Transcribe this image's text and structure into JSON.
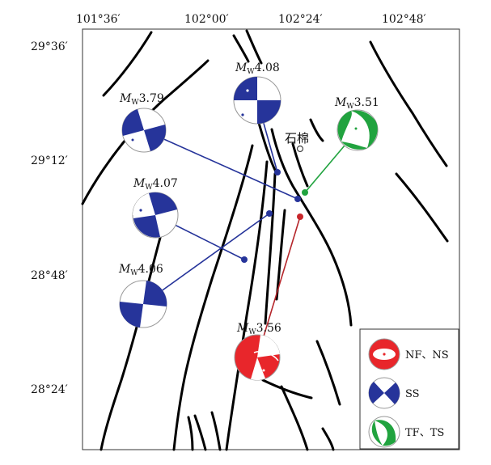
{
  "map": {
    "top_ticks": [
      "101°36′",
      "102°00′",
      "102°24′",
      "102°48′"
    ],
    "left_ticks": [
      "29°36′",
      "29°12′",
      "28°48′",
      "28°24′"
    ],
    "place": {
      "name": "石棉"
    },
    "events": [
      {
        "mag": "4.08",
        "type": "SS"
      },
      {
        "mag": "3.79",
        "type": "SS"
      },
      {
        "mag": "3.51",
        "type": "TF、TS"
      },
      {
        "mag": "4.07",
        "type": "SS"
      },
      {
        "mag": "4.06",
        "type": "SS"
      },
      {
        "mag": "3.56",
        "type": "NF、NS"
      }
    ],
    "mag_prefix": "M",
    "mag_subscript": "W",
    "legend": [
      {
        "label": "NF、NS",
        "color": "#e8262b"
      },
      {
        "label": "SS",
        "color": "#26349a"
      },
      {
        "label": "TF、TS",
        "color": "#21a33f"
      }
    ],
    "colors": {
      "ss": "#26349a",
      "nf": "#e8262b",
      "tf": "#21a33f",
      "fault": "#000000"
    }
  }
}
